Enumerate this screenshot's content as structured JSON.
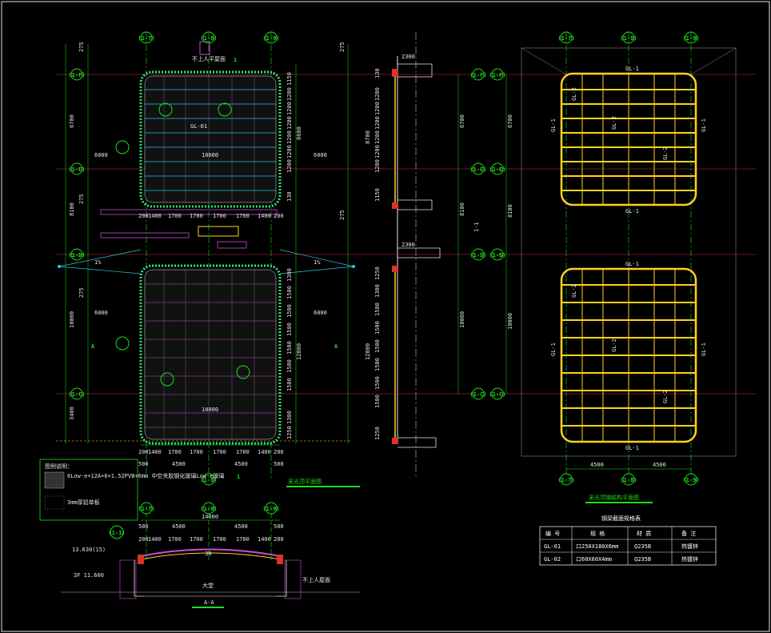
{
  "colors": {
    "background": "#000000",
    "grid_axis": "#19e019",
    "glass_frame": "#2ce87a",
    "steel_beam": "#ffd21e",
    "cyan_line": "#26c6e8",
    "red_axis": "#d8342a",
    "magenta": "#c64fd8",
    "dimension": "#e6e6e6"
  },
  "plan_left": {
    "title": "采光顶平面图",
    "grid_top": [
      "(1-7)",
      "(1-8)",
      "(1-9)"
    ],
    "grid_left": [
      "(1-F)",
      "(1-E)",
      "(1-D)",
      "(1-C)"
    ],
    "grid_bottom": [
      "(1-8)"
    ],
    "dims_left_outer": [
      "275",
      "6700",
      "6000",
      "275",
      "8100",
      "275",
      "10000",
      "3400"
    ],
    "dims_right": [
      "275",
      "6000",
      "275",
      "6000"
    ],
    "dims_bottom_top": [
      "200",
      "1400",
      "1700",
      "1700",
      "1700",
      "1700",
      "1400",
      "200"
    ],
    "dims_bottom_mid": [
      "200",
      "1400",
      "1700",
      "1700",
      "1700",
      "1700",
      "1400",
      "200"
    ],
    "dims_bottom_total": [
      "500",
      "4500",
      "4500",
      "500"
    ],
    "width_label": "10000",
    "right_dims_upper": [
      "1150",
      "1200",
      "1200",
      "1200",
      "1200",
      "1200",
      "1200",
      "130"
    ],
    "right_dims_lower": [
      "1300",
      "1500",
      "1500",
      "1500",
      "1500",
      "1500",
      "1500",
      "1300",
      "1250"
    ],
    "right_total_upper": "8600",
    "right_total_lower": "12800",
    "section_marks": [
      "1",
      "1",
      "A",
      "A"
    ],
    "slope": [
      "1%",
      "1%"
    ],
    "hatch_note": "不上人平屋面",
    "gl_label": "GL-01"
  },
  "section_1_1": {
    "title": "1-1",
    "grid_right": [
      "(1-F)",
      "(1-E)",
      "(1-D)",
      "(1-C)"
    ],
    "dims": [
      "2300",
      "2300",
      "6700",
      "8100",
      "10000"
    ],
    "left_dims_upper": [
      "130",
      "1200",
      "1200",
      "1200",
      "1200",
      "1200",
      "1200",
      "1150"
    ],
    "left_dims_lower": [
      "1250",
      "1300",
      "1500",
      "1500",
      "1500",
      "1500",
      "1500",
      "1500",
      "1250"
    ],
    "left_total_upper": "8700",
    "left_total_lower": "12800"
  },
  "plan_right": {
    "title": "采光顶钢结构平面图",
    "grid_top": [
      "(1-7)",
      "(1-8)",
      "(1-9)"
    ],
    "grid_left": [
      "(1-F)",
      "(1-E)",
      "(1-D)",
      "(1-C)"
    ],
    "grid_bottom": [
      "(1-7)",
      "(1-8)",
      "(1-9)"
    ],
    "dims_left": [
      "6700",
      "8100",
      "10000"
    ],
    "dims_bottom": [
      "4500",
      "4500"
    ],
    "beam_main": "GL-1",
    "beam_secondary": "GL-2"
  },
  "legend": {
    "title": "图例说明：",
    "items": [
      {
        "text": "6Low-e+12A+6+1.52PVB+6mm 中空夹胶钢化玻璃Low-e玻璃"
      },
      {
        "text": "3mm厚铝单板"
      }
    ]
  },
  "section_a_a": {
    "title": "A-A",
    "grid_top": [
      "(1-7)",
      "(1-8)",
      "(1-9)"
    ],
    "dims_total": "14000",
    "dims_top": [
      "500",
      "4500",
      "4500",
      "500"
    ],
    "dims_sub": [
      "200",
      "1400",
      "1700",
      "1700",
      "1700",
      "1700",
      "1400",
      "200"
    ],
    "level_1": "13.630(15)",
    "level_2": "3F 11.600",
    "label_center": "大堂",
    "tag": "(1-1)",
    "mark": "38",
    "note_right": "不上人屋面"
  },
  "table": {
    "title": "钢梁截面规格表",
    "headers": [
      "编 号",
      "规 格",
      "材 质",
      "备 注"
    ],
    "rows": [
      [
        "GL-01",
        "口250X180X6mm",
        "Q235B",
        "热镀锌"
      ],
      [
        "GL-02",
        "口60X60X4mm",
        "Q235B",
        "热镀锌"
      ]
    ]
  }
}
